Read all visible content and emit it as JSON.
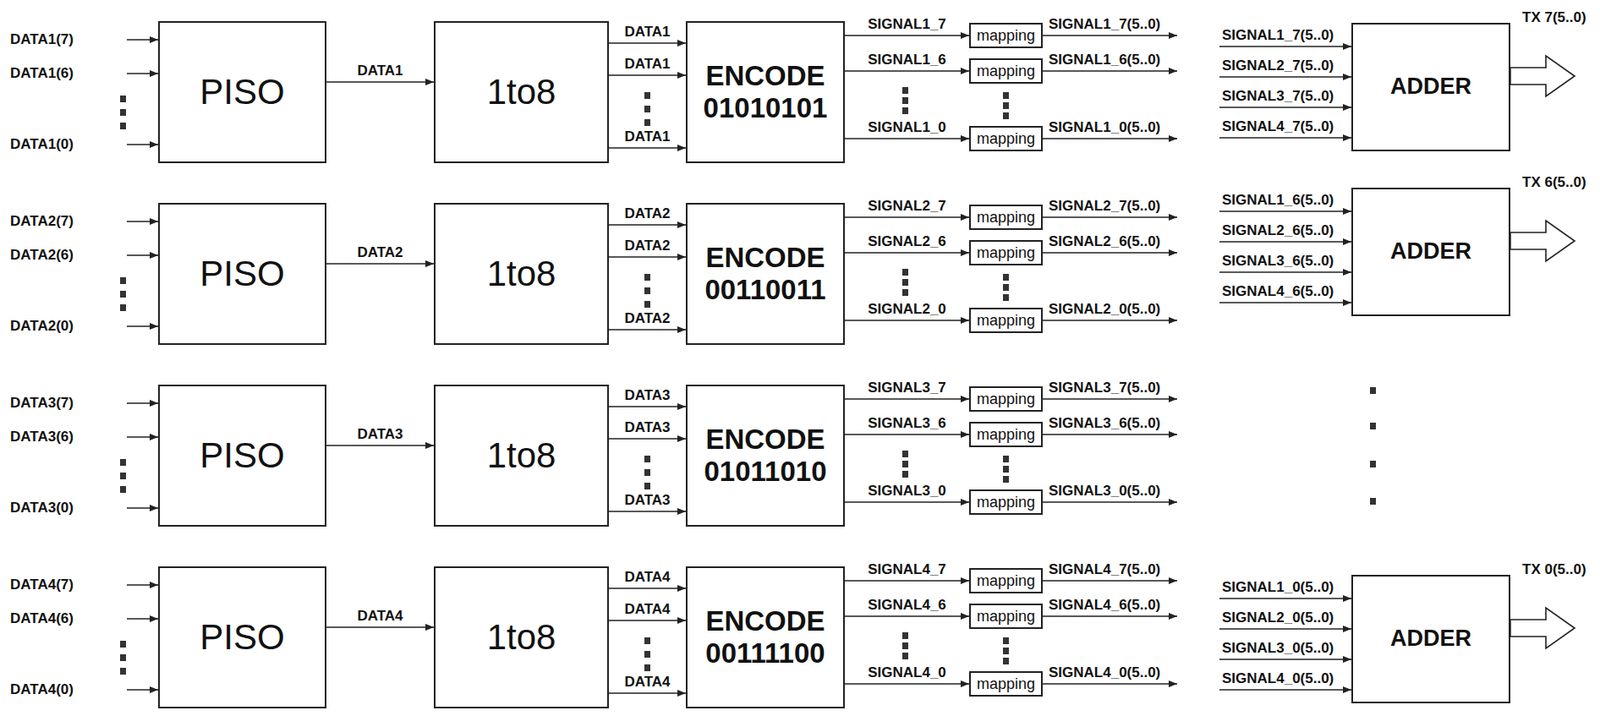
{
  "diagram": {
    "nodes": [
      {
        "text": [
          "PISO"
        ]
      },
      {
        "text": [
          "1to8"
        ]
      },
      {
        "text": [
          "ENCODE",
          "01010101"
        ]
      },
      {
        "text": [
          "mapping"
        ]
      },
      {
        "text": [
          "mapping"
        ]
      },
      {
        "text": [
          "mapping"
        ]
      },
      {
        "text": [
          "ADDER"
        ]
      },
      {
        "text": [
          "PISO"
        ]
      },
      {
        "text": [
          "1to8"
        ]
      },
      {
        "text": [
          "ENCODE",
          "00110011"
        ]
      },
      {
        "text": [
          "mapping"
        ]
      },
      {
        "text": [
          "mapping"
        ]
      },
      {
        "text": [
          "mapping"
        ]
      },
      {
        "text": [
          "ADDER"
        ]
      },
      {
        "text": [
          "PISO"
        ]
      },
      {
        "text": [
          "1to8"
        ]
      },
      {
        "text": [
          "ENCODE",
          "01011010"
        ]
      },
      {
        "text": [
          "mapping"
        ]
      },
      {
        "text": [
          "mapping"
        ]
      },
      {
        "text": [
          "mapping"
        ]
      },
      {
        "text": [
          "PISO"
        ]
      },
      {
        "text": [
          "1to8"
        ]
      },
      {
        "text": [
          "ENCODE",
          "00111100"
        ]
      },
      {
        "text": [
          "mapping"
        ]
      },
      {
        "text": [
          "mapping"
        ]
      },
      {
        "text": [
          "mapping"
        ]
      },
      {
        "text": [
          "ADDER"
        ]
      }
    ],
    "edges": [
      {
        "from": 0,
        "to": 1,
        "arrow": "to",
        "label": "DATA1"
      },
      {
        "from": 1,
        "to": 2,
        "arrow": "to",
        "label": "DATA1"
      },
      {
        "from": 1,
        "to": 2,
        "arrow": "to",
        "label": "DATA1"
      },
      {
        "from": 1,
        "to": 2,
        "arrow": "to",
        "label": "DATA1"
      },
      {
        "from": 2,
        "to": 3,
        "arrow": "to",
        "label": "SIGNAL1_7"
      },
      {
        "from": 2,
        "to": 4,
        "arrow": "to",
        "label": "SIGNAL1_6"
      },
      {
        "from": 2,
        "to": 5,
        "arrow": "to",
        "label": "SIGNAL1_0"
      },
      {
        "from": 7,
        "to": 8,
        "arrow": "to",
        "label": "DATA2"
      },
      {
        "from": 8,
        "to": 9,
        "arrow": "to",
        "label": "DATA2"
      },
      {
        "from": 8,
        "to": 9,
        "arrow": "to",
        "label": "DATA2"
      },
      {
        "from": 8,
        "to": 9,
        "arrow": "to",
        "label": "DATA2"
      },
      {
        "from": 9,
        "to": 10,
        "arrow": "to",
        "label": "SIGNAL2_7"
      },
      {
        "from": 9,
        "to": 11,
        "arrow": "to",
        "label": "SIGNAL2_6"
      },
      {
        "from": 9,
        "to": 12,
        "arrow": "to",
        "label": "SIGNAL2_0"
      },
      {
        "from": 14,
        "to": 15,
        "arrow": "to",
        "label": "DATA3"
      },
      {
        "from": 15,
        "to": 16,
        "arrow": "to",
        "label": "DATA3"
      },
      {
        "from": 15,
        "to": 16,
        "arrow": "to",
        "label": "DATA3"
      },
      {
        "from": 15,
        "to": 16,
        "arrow": "to",
        "label": "DATA3"
      },
      {
        "from": 16,
        "to": 17,
        "arrow": "to",
        "label": "SIGNAL3_7"
      },
      {
        "from": 16,
        "to": 18,
        "arrow": "to",
        "label": "SIGNAL3_6"
      },
      {
        "from": 16,
        "to": 19,
        "arrow": "to",
        "label": "SIGNAL3_0"
      },
      {
        "from": 20,
        "to": 21,
        "arrow": "to",
        "label": "DATA4"
      },
      {
        "from": 21,
        "to": 22,
        "arrow": "to",
        "label": "DATA4"
      },
      {
        "from": 21,
        "to": 22,
        "arrow": "to",
        "label": "DATA4"
      },
      {
        "from": 21,
        "to": 22,
        "arrow": "to",
        "label": "DATA4"
      },
      {
        "from": 22,
        "to": 23,
        "arrow": "to",
        "label": "SIGNAL4_7"
      },
      {
        "from": 22,
        "to": 24,
        "arrow": "to",
        "label": "SIGNAL4_6"
      },
      {
        "from": 22,
        "to": 25,
        "arrow": "to",
        "label": "SIGNAL4_0"
      }
    ],
    "labels": [
      "DATA1(7)",
      "DATA1(6)",
      "DATA1(0)",
      "SIGNAL1_7(5..0)",
      "SIGNAL1_6(5..0)",
      "SIGNAL1_0(5..0)",
      "DATA2(7)",
      "DATA2(6)",
      "DATA2(0)",
      "SIGNAL2_7(5..0)",
      "SIGNAL2_6(5..0)",
      "SIGNAL2_0(5..0)",
      "DATA3(7)",
      "DATA3(6)",
      "DATA3(0)",
      "SIGNAL3_7(5..0)",
      "SIGNAL3_6(5..0)",
      "SIGNAL3_0(5..0)",
      "DATA4(7)",
      "DATA4(6)",
      "DATA4(0)",
      "SIGNAL4_7(5..0)",
      "SIGNAL4_6(5..0)",
      "SIGNAL4_0(5..0)",
      "SIGNAL1_7(5..0)",
      "SIGNAL2_7(5..0)",
      "SIGNAL3_7(5..0)",
      "SIGNAL4_7(5..0)",
      "TX 7(5..0)",
      "SIGNAL1_6(5..0)",
      "SIGNAL2_6(5..0)",
      "SIGNAL3_6(5..0)",
      "SIGNAL4_6(5..0)",
      "TX 6(5..0)",
      "SIGNAL1_0(5..0)",
      "SIGNAL2_0(5..0)",
      "SIGNAL3_0(5..0)",
      "SIGNAL4_0(5..0)",
      "TX 0(5..0)"
    ]
  }
}
